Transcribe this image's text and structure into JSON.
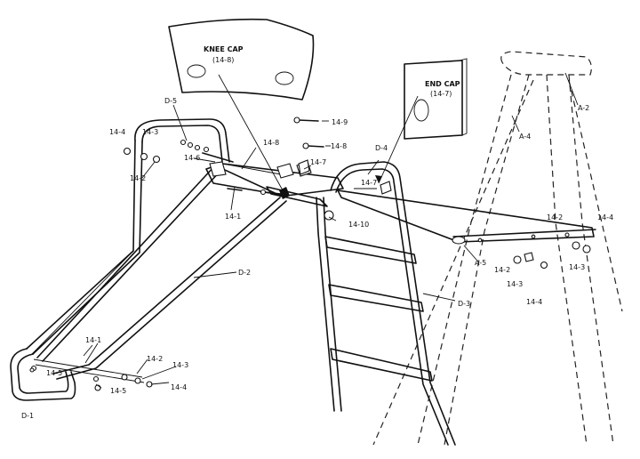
{
  "callouts": {
    "knee_cap_title": "KNEE CAP",
    "knee_cap_part": "(14-8)",
    "end_cap_title": "END CAP",
    "end_cap_part": "(14-7)"
  },
  "labels": {
    "d5": "D-5",
    "d4": "D-4",
    "d2": "D-2",
    "d3": "D-3",
    "d1": "D-1",
    "a2": "A-2",
    "a4": "A-4",
    "a5": "A-5",
    "p14_9": "14-9",
    "p14_8": "14-8",
    "p14_7a": "14-7",
    "p14_7b": "14-7",
    "p14_6": "14-6",
    "p14_10": "14-10",
    "p14_1a": "14-1",
    "p14_1b": "14-1",
    "p14_4a": "14-4",
    "p14_3a": "14-3",
    "p14_2a": "14-2",
    "p14_5a": "14-5",
    "p14_5b": "14-5",
    "p14_2b": "14-2",
    "p14_3b": "14-3",
    "p14_4b": "14-4",
    "p14_2c": "14-2",
    "p14_4c": "14-4",
    "p14_3c": "14-3",
    "p14_2d": "14-2",
    "p14_3d": "14-3",
    "p14_4d": "14-4",
    "p14_8b": "14-8"
  }
}
